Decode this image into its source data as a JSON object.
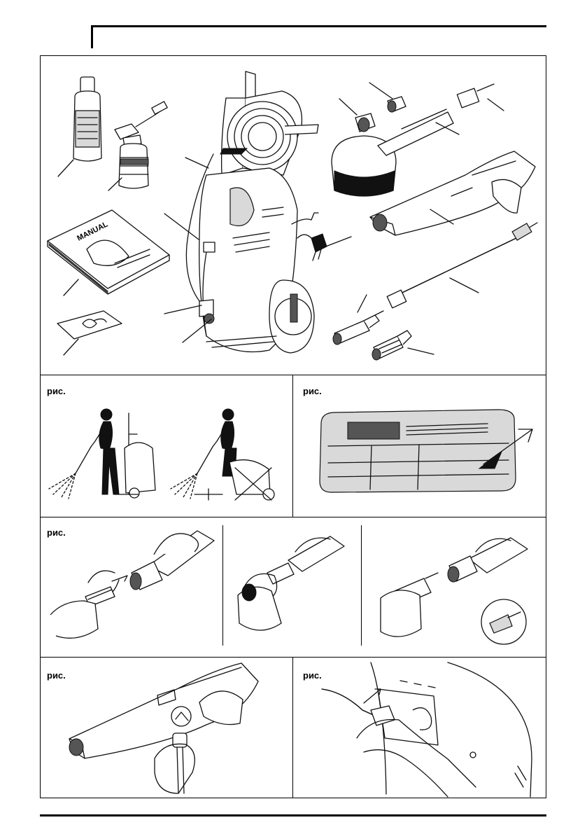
{
  "labels": {
    "fig_safety": "рис.",
    "fig_plate": "рис.",
    "fig_nozzles": "рис.",
    "fig_gun": "рис.",
    "fig_hose": "рис."
  },
  "icons": [
    "detergent-bottle-icon",
    "foam-sprayer-icon",
    "manual-booklet-icon",
    "parts-bag-icon",
    "pressure-washer-icon",
    "power-plug-icon",
    "quick-couplings-icon",
    "rotating-brush-icon",
    "spray-gun-icon",
    "spray-lance-icon",
    "turbo-nozzle-icon",
    "adjustable-nozzle-icon",
    "rating-plate-icon"
  ]
}
